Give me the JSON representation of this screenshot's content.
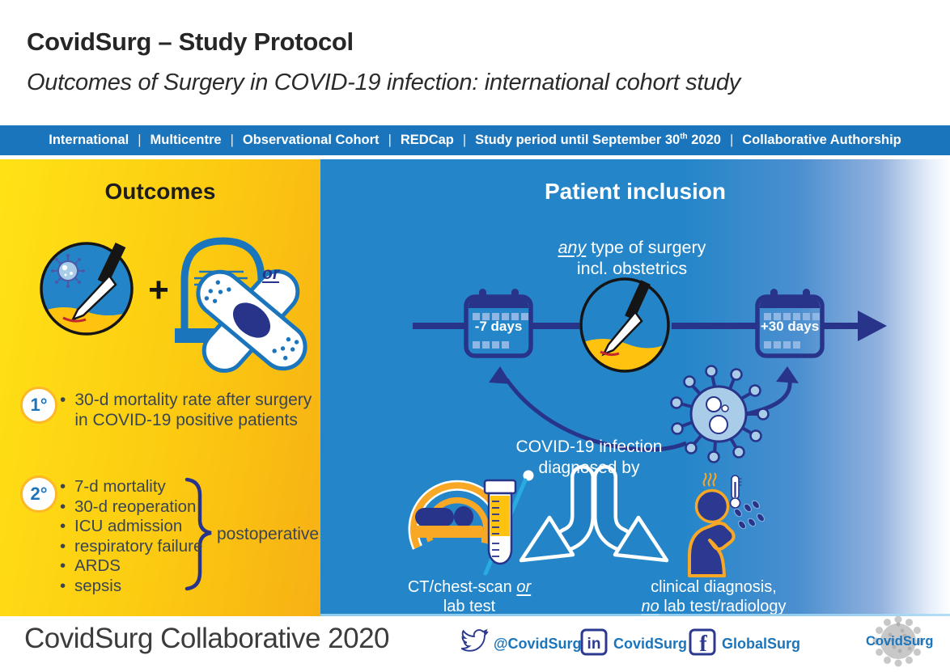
{
  "header": {
    "title": "CovidSurg – Study Protocol",
    "subtitle": "Outcomes of Surgery in COVID-19 infection: international cohort study"
  },
  "banner": {
    "separator": "|",
    "items": [
      "International",
      "Multicentre",
      "Observational Cohort",
      "REDCap"
    ],
    "study_period": {
      "pre": "Study period until September 30",
      "sup": "th",
      "post": " 2020"
    },
    "last_item": "Collaborative Authorship"
  },
  "outcomes": {
    "heading": "Outcomes",
    "plus_sign": "+",
    "or_label": "or",
    "bullet": "•",
    "primary": {
      "badge": "1°",
      "text": "30-d mortality rate after surgery in COVID-19 positive patients"
    },
    "secondary": {
      "badge": "2°",
      "items": [
        "7-d mortality",
        "30-d reoperation",
        "ICU admission",
        "respiratory failure",
        "ARDS",
        "sepsis"
      ],
      "brace_label": "postoperative"
    }
  },
  "inclusion": {
    "heading": "Patient inclusion",
    "surgery_note": {
      "em": "any",
      "rest": " type of surgery",
      "line2": "incl. obstetrics"
    },
    "timeline": {
      "start_label": "-7 days",
      "end_label": "+30 days"
    },
    "covid_caption": {
      "line1": "COVID-19 infection",
      "line2": "diagnosed by"
    },
    "ct_label": {
      "pre": "CT/chest-scan ",
      "em": "or",
      "line2": "lab test"
    },
    "clinical_label": {
      "line1": "clinical diagnosis,",
      "em": "no",
      "rest": " lab test/radiology"
    }
  },
  "footer": {
    "text": "CovidSurg Collaborative 2020",
    "twitter_handle": "@CovidSurg",
    "linkedin_name": "CovidSurg",
    "facebook_name": "GlobalSurg",
    "logo_text": "CovidSurg"
  },
  "colors": {
    "banner_blue": "#1B75BC",
    "panel_blue": "#2385C8",
    "panel_yellow": "#FCC20F",
    "navy": "#2B3990",
    "accent_orange": "#F9A826",
    "virus_light_blue": "#A9CCE9",
    "scalpel_yellow": "#FFC20E",
    "white": "#FFFFFF"
  },
  "icons": {
    "surgery": "scalpel-incision-icon",
    "death": "tombstone-icon",
    "recovery": "crossed-bandages-icon",
    "calendar": "calendar-icon",
    "virus": "coronavirus-icon",
    "ct": "ct-scanner-lab-test-icon",
    "clinical": "coughing-person-icon"
  }
}
